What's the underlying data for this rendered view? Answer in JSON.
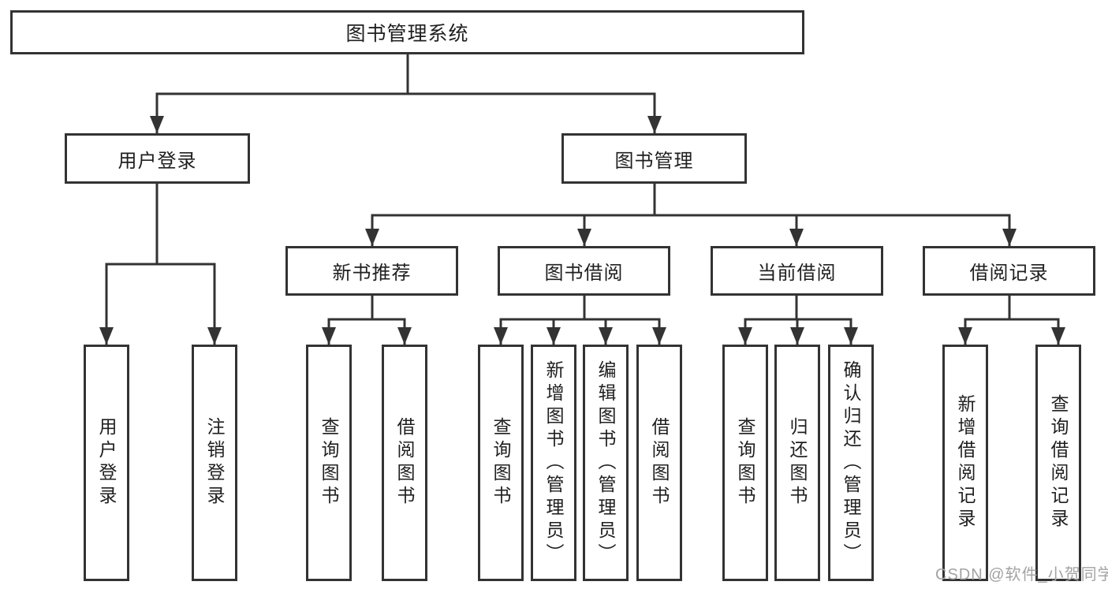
{
  "diagram_title": "图书管理系统",
  "tree": {
    "label": "图书管理系统",
    "children": [
      {
        "label": "用户登录",
        "children": [
          {
            "label": "用户登录"
          },
          {
            "label": "注销登录"
          }
        ]
      },
      {
        "label": "图书管理",
        "children": [
          {
            "label": "新书推荐",
            "children": [
              {
                "label": "查询图书"
              },
              {
                "label": "借阅图书"
              }
            ]
          },
          {
            "label": "图书借阅",
            "children": [
              {
                "label": "查询图书"
              },
              {
                "label": "新增图书（管理员）"
              },
              {
                "label": "编辑图书（管理员）"
              },
              {
                "label": "借阅图书"
              }
            ]
          },
          {
            "label": "当前借阅",
            "children": [
              {
                "label": "查询图书"
              },
              {
                "label": "归还图书"
              },
              {
                "label": "确认归还（管理员）"
              }
            ]
          },
          {
            "label": "借阅记录",
            "children": [
              {
                "label": "新增借阅记录"
              },
              {
                "label": "查询借阅记录"
              }
            ]
          }
        ]
      }
    ]
  },
  "watermark": {
    "text": "CSDN @软件_小贺同学"
  },
  "colors": {
    "line": "#333333",
    "box_border": "#333333",
    "box_bg": "#ffffff",
    "text": "#1f1f1f",
    "watermark": "#a3a3a3",
    "background": "#ffffff"
  }
}
